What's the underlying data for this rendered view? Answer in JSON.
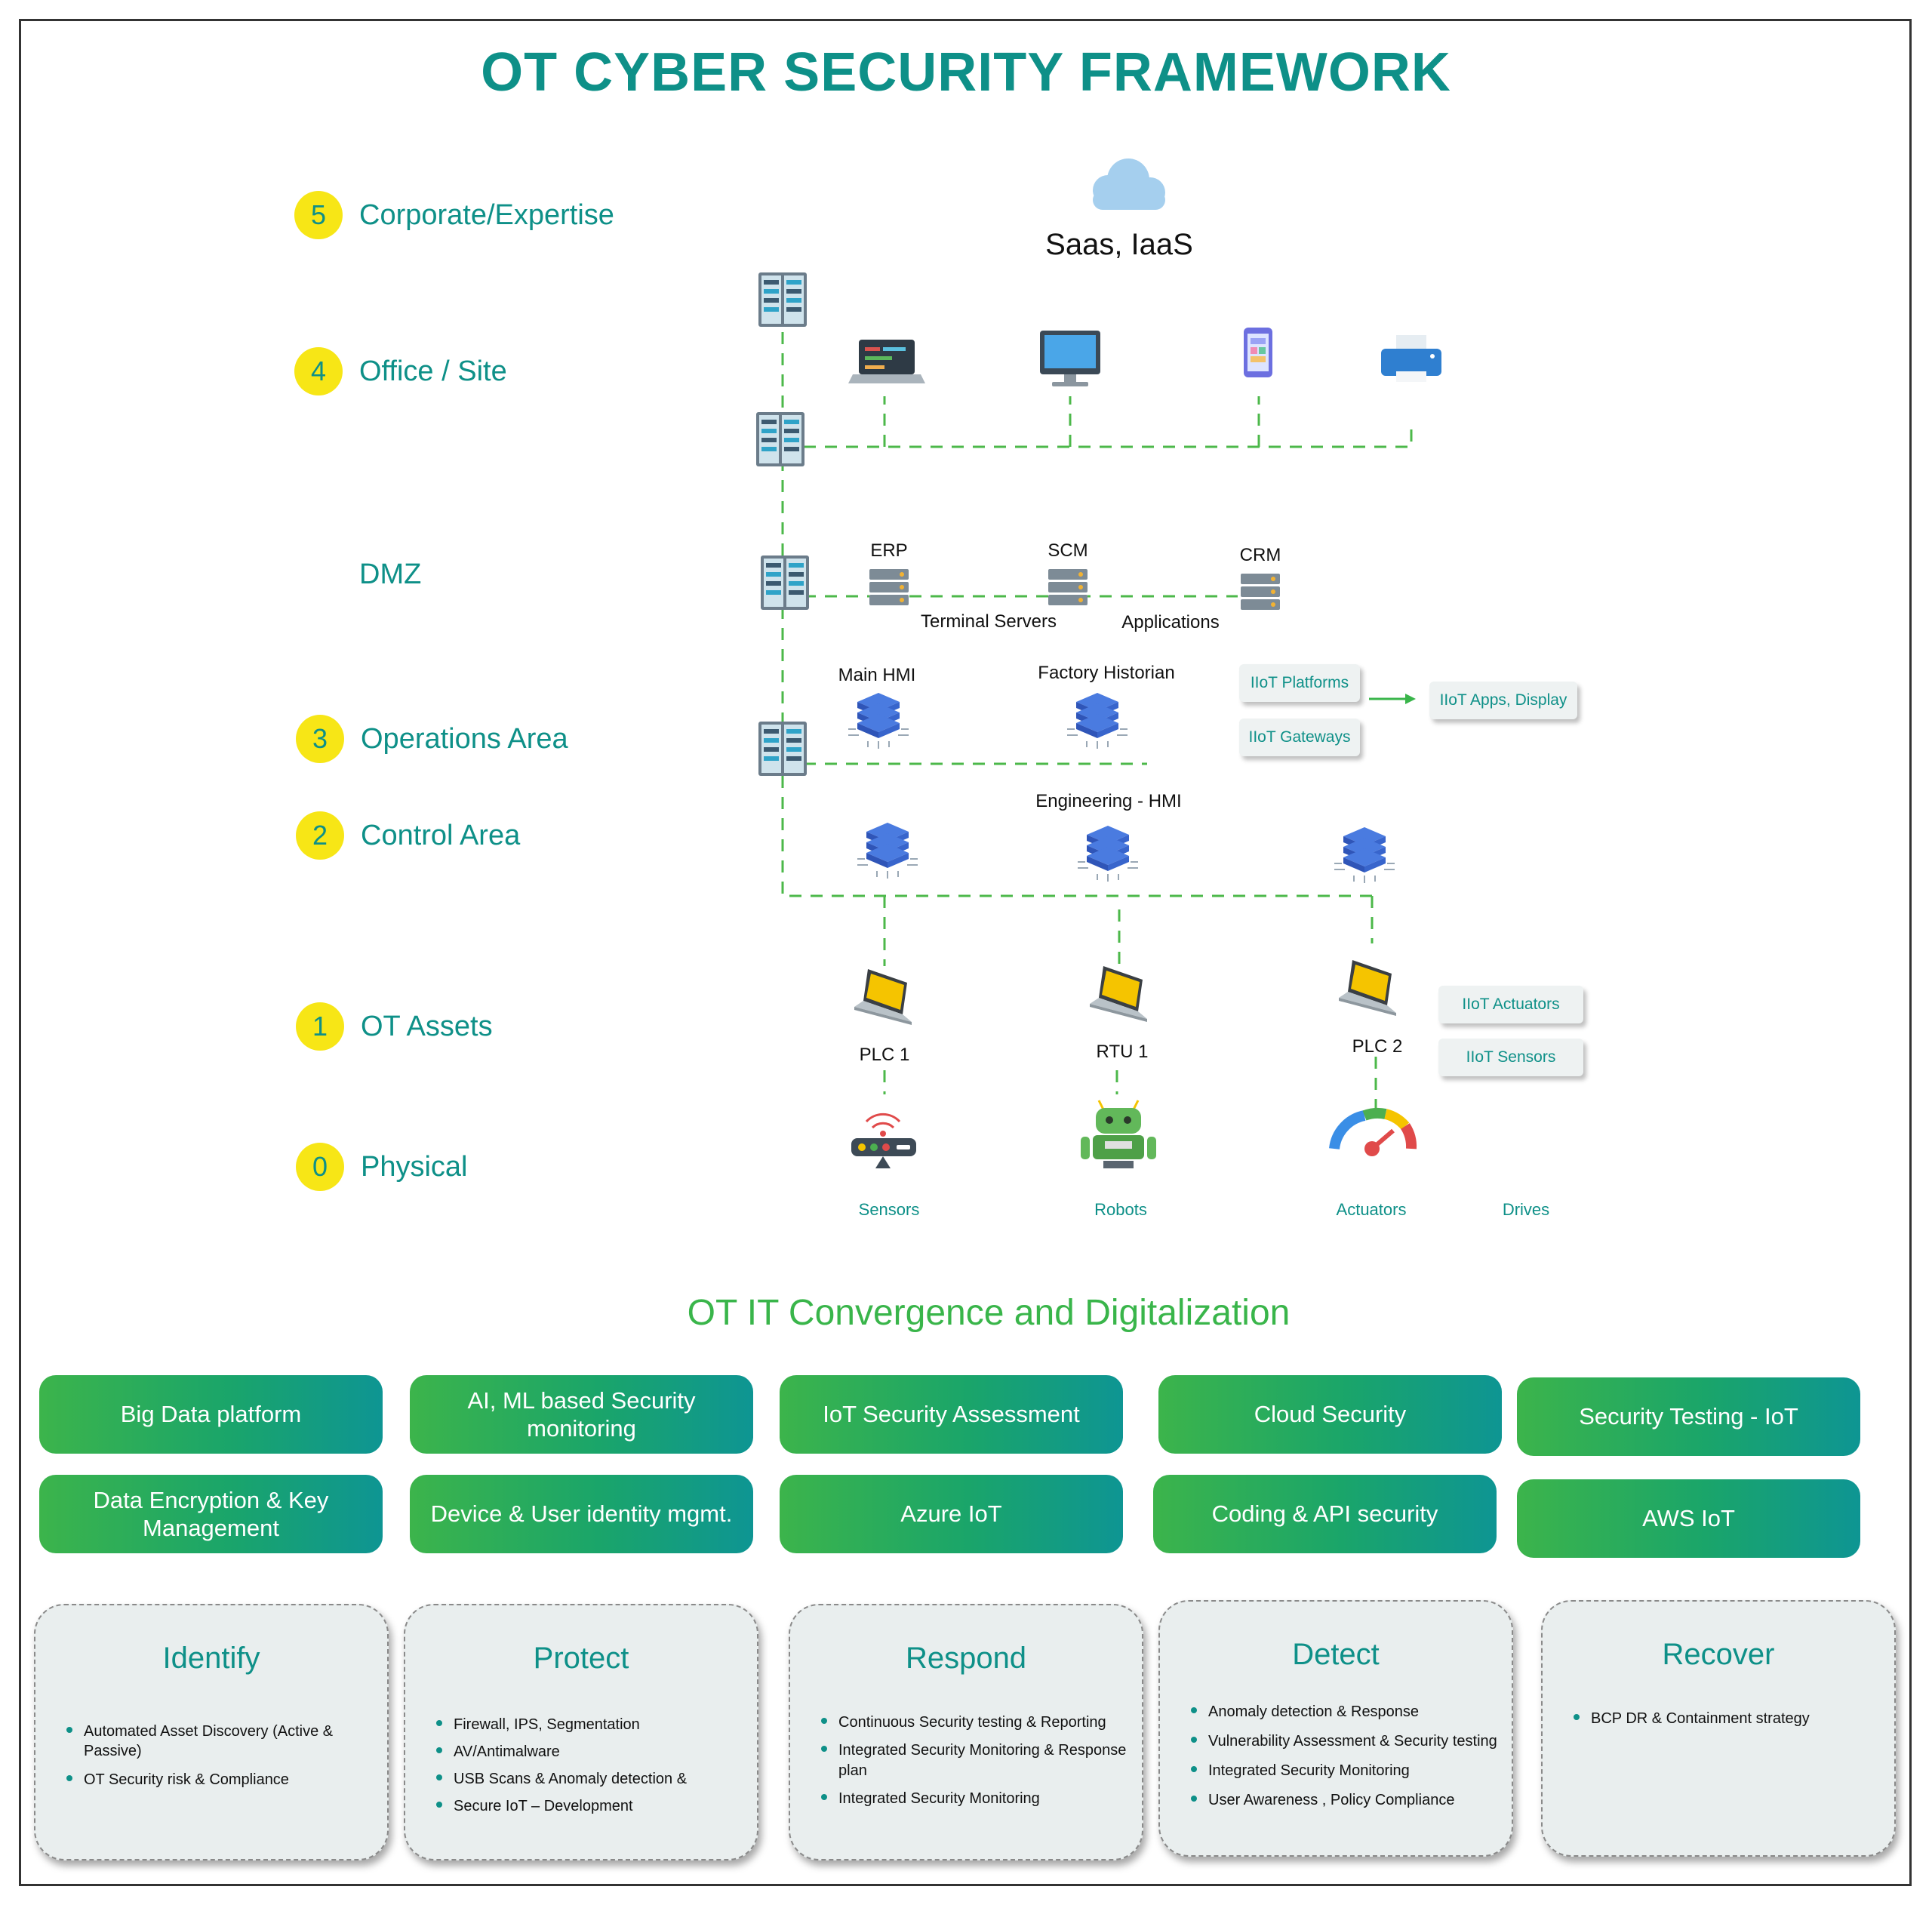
{
  "title": "OT CYBER SECURITY FRAMEWORK",
  "layers": [
    {
      "num": "5",
      "label": "Corporate/Expertise"
    },
    {
      "num": "4",
      "label": "Office / Site"
    },
    {
      "num": "",
      "label": "DMZ"
    },
    {
      "num": "3",
      "label": "Operations Area"
    },
    {
      "num": "2",
      "label": "Control Area"
    },
    {
      "num": "1",
      "label": "OT Assets"
    },
    {
      "num": "0",
      "label": "Physical"
    }
  ],
  "cloud_label": "Saas, IaaS",
  "dmz": {
    "erp": "ERP",
    "scm": "SCM",
    "crm": "CRM",
    "terminal_servers": "Terminal Servers",
    "applications": "Applications"
  },
  "operations": {
    "main_hmi": "Main HMI",
    "factory_historian": "Factory Historian"
  },
  "control": {
    "engineering_hmi": "Engineering - HMI"
  },
  "assets": {
    "plc1": "PLC 1",
    "rtu1": "RTU 1",
    "plc2": "PLC 2"
  },
  "physical": {
    "sensors": "Sensors",
    "robots": "Robots",
    "actuators": "Actuators",
    "drives": "Drives"
  },
  "iiot": {
    "platforms": "IIoT Platforms",
    "gateways": "IIoT Gateways",
    "apps": "IIoT Apps, Display",
    "actuators": "IIoT Actuators",
    "sensors": "IIoT Sensors"
  },
  "convergence_title": "OT IT Convergence and Digitalization",
  "services": [
    "Big Data platform",
    "AI, ML based Security monitoring",
    "IoT Security Assessment",
    "Cloud Security",
    "Security Testing - IoT",
    "Data Encryption & Key Management",
    "Device & User identity mgmt.",
    "Azure IoT",
    "Coding & API security",
    "AWS IoT"
  ],
  "functions": [
    {
      "title": "Identify",
      "items": [
        "Automated Asset Discovery (Active & Passive)",
        "OT Security  risk & Compliance"
      ]
    },
    {
      "title": "Protect",
      "items": [
        "Firewall, IPS,  Segmentation",
        "AV/Antimalware",
        "USB Scans & Anomaly detection &",
        "Secure IoT – Development"
      ]
    },
    {
      "title": "Respond",
      "items": [
        "Continuous Security testing & Reporting",
        "Integrated Security Monitoring & Response plan",
        "Integrated Security Monitoring"
      ]
    },
    {
      "title": "Detect",
      "items": [
        "Anomaly detection & Response",
        "Vulnerability Assessment & Security testing",
        "Integrated Security Monitoring",
        "User Awareness , Policy Compliance"
      ]
    },
    {
      "title": "Recover",
      "items": [
        "BCP DR & Containment strategy"
      ]
    }
  ],
  "colors": {
    "teal": "#0e9088",
    "green": "#39b54a",
    "yellow": "#f7e616",
    "dash": "#4cb84a"
  }
}
